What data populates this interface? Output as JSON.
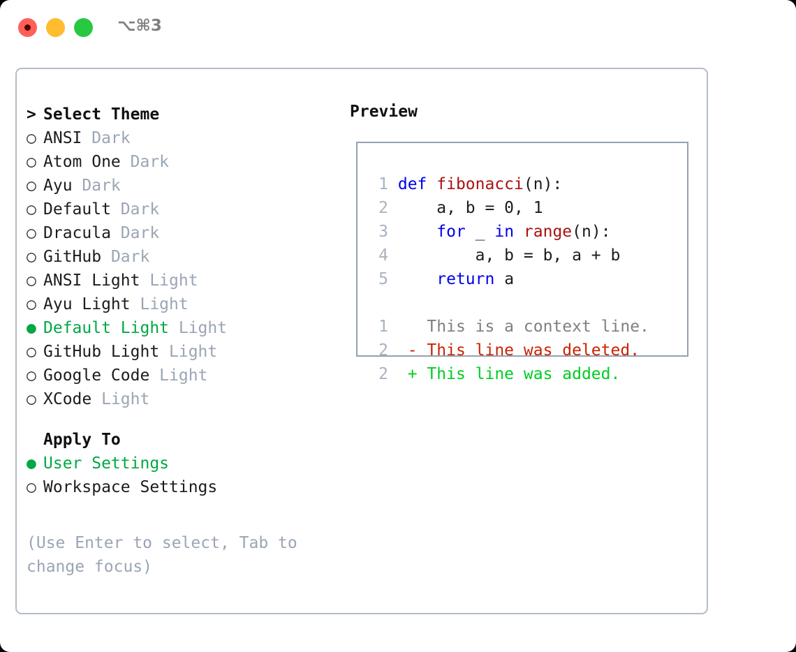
{
  "window": {
    "title": "⌥⌘3",
    "traffic_lights": [
      {
        "name": "close",
        "color": "#ff5f57"
      },
      {
        "name": "minimize",
        "color": "#febc2e"
      },
      {
        "name": "maximize",
        "color": "#28c840"
      }
    ]
  },
  "colors": {
    "selected_green": "#00a844",
    "tag_grey": "#9aa5b5",
    "keyword_blue": "#0000ee",
    "function_red": "#aa1111",
    "diff_delete_red": "#cc2200",
    "diff_add_green": "#00cc22",
    "panel_border": "#b3bcc9",
    "preview_border": "#94a1b2",
    "line_number_grey": "#a8b2c0"
  },
  "theme_section": {
    "header": "Select Theme",
    "header_prefix": "> ",
    "bullet_off": "○ ",
    "bullet_on": "● ",
    "items": [
      {
        "name": "ANSI",
        "tag": "Dark",
        "selected": false
      },
      {
        "name": "Atom One",
        "tag": "Dark",
        "selected": false
      },
      {
        "name": "Ayu",
        "tag": "Dark",
        "selected": false
      },
      {
        "name": "Default",
        "tag": "Dark",
        "selected": false
      },
      {
        "name": "Dracula",
        "tag": "Dark",
        "selected": false
      },
      {
        "name": "GitHub",
        "tag": "Dark",
        "selected": false
      },
      {
        "name": "ANSI Light",
        "tag": "Light",
        "selected": false
      },
      {
        "name": "Ayu Light",
        "tag": "Light",
        "selected": false
      },
      {
        "name": "Default Light",
        "tag": "Light",
        "selected": true
      },
      {
        "name": "GitHub Light",
        "tag": "Light",
        "selected": false
      },
      {
        "name": "Google Code",
        "tag": "Light",
        "selected": false
      },
      {
        "name": "XCode",
        "tag": "Light",
        "selected": false
      }
    ]
  },
  "apply_to_section": {
    "header": "Apply To",
    "items": [
      {
        "name": "User Settings",
        "selected": true
      },
      {
        "name": "Workspace Settings",
        "selected": false
      }
    ]
  },
  "hint": "(Use Enter to select, Tab to change focus)",
  "preview": {
    "title": "Preview",
    "code_lines": [
      {
        "number": "1",
        "tokens": [
          {
            "text": "def ",
            "style": "kw"
          },
          {
            "text": "fibonacci",
            "style": "fn"
          },
          {
            "text": "(n):",
            "style": "pln"
          }
        ]
      },
      {
        "number": "2",
        "tokens": [
          {
            "text": "    a, b = 0, 1",
            "style": "pln"
          }
        ]
      },
      {
        "number": "3",
        "tokens": [
          {
            "text": "    ",
            "style": "pln"
          },
          {
            "text": "for",
            "style": "kw"
          },
          {
            "text": " _ ",
            "style": "pln"
          },
          {
            "text": "in",
            "style": "kw"
          },
          {
            "text": " ",
            "style": "pln"
          },
          {
            "text": "range",
            "style": "fn"
          },
          {
            "text": "(n):",
            "style": "pln"
          }
        ]
      },
      {
        "number": "4",
        "tokens": [
          {
            "text": "        a, b = b, a + b",
            "style": "pln"
          }
        ]
      },
      {
        "number": "5",
        "tokens": [
          {
            "text": "    ",
            "style": "pln"
          },
          {
            "text": "return",
            "style": "kw"
          },
          {
            "text": " a",
            "style": "pln"
          }
        ]
      }
    ],
    "diff_lines": [
      {
        "number": "1",
        "marker": "  ",
        "text": "This is a context line.",
        "style": "ctx"
      },
      {
        "number": "2",
        "marker": "- ",
        "text": "This line was deleted.",
        "style": "del"
      },
      {
        "number": "2",
        "marker": "+ ",
        "text": "This line was added.",
        "style": "add"
      }
    ]
  }
}
